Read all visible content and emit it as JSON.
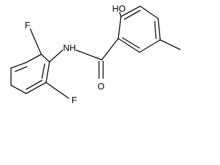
{
  "molecule": {
    "atoms": {
      "fluorine_top": "F",
      "fluorine_bottom": "F",
      "amide_nitrogen": "NH",
      "hydroxyl": "HO",
      "carbonyl_oxygen": "O"
    }
  },
  "colors": {
    "bond": "#000000",
    "label": "#000000",
    "background": "#ffffff"
  }
}
